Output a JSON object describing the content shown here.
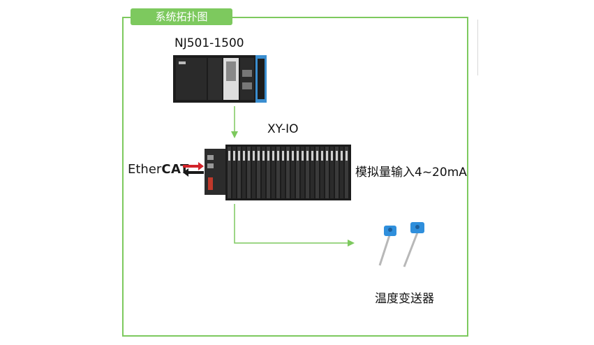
{
  "title": "系统拓扑图",
  "nodes": {
    "plc": "NJ501-1500",
    "io": "XY-IO",
    "io_desc": "模拟量输入4~20mA",
    "sensor": "温度变送器"
  },
  "ethercat": {
    "prefix": "Ether",
    "suffix": "CAT"
  },
  "colors": {
    "frame": "#7dc95e",
    "arrow": "#7dc95e",
    "ethercat_arrow": "#d2232a"
  }
}
